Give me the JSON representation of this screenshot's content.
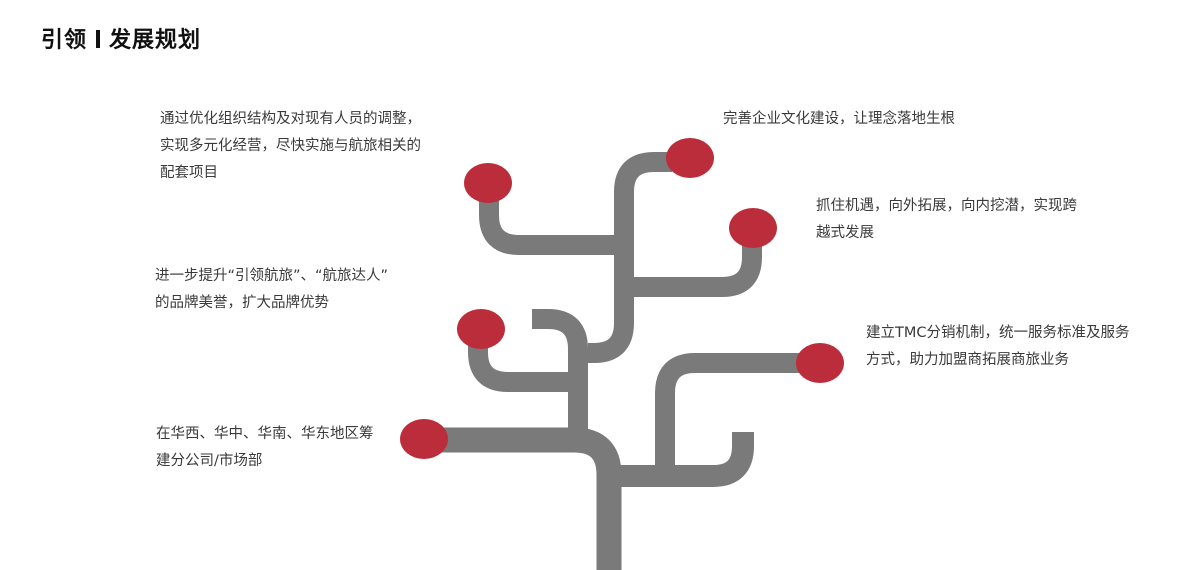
{
  "title": {
    "part1": "引领",
    "part2": "发展规划"
  },
  "colors": {
    "branch": "#7a7a7a",
    "node": "#bb2d3b",
    "text": "#3a3a3a"
  },
  "items": [
    {
      "lines": [
        "通过优化组织结构及对现有人员的调整，",
        "实现多元化经营，尽快实施与航旅相关的",
        "配套项目"
      ]
    },
    {
      "lines": [
        "完善企业文化建设，让理念落地生根"
      ]
    },
    {
      "lines": [
        "抓住机遇，向外拓展，向内挖潜，实现跨",
        "越式发展"
      ]
    },
    {
      "lines": [
        "进一步提升“引领航旅”、“航旅达人”",
        "的品牌美誉，扩大品牌优势"
      ]
    },
    {
      "lines": [
        "建立TMC分销机制，统一服务标准及服务",
        "方式，助力加盟商拓展商旅业务"
      ]
    },
    {
      "lines": [
        "在华西、华中、华南、华东地区筹",
        "建分公司/市场部"
      ]
    }
  ]
}
